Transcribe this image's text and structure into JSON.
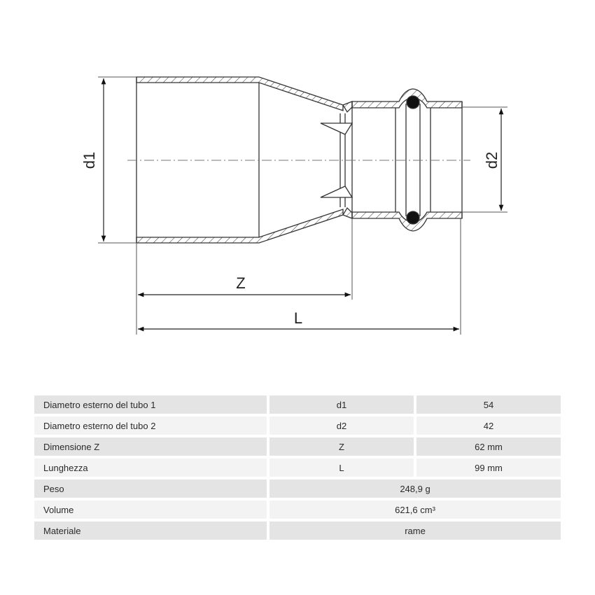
{
  "drawing": {
    "labels": {
      "d1": "d1",
      "d2": "d2",
      "z": "Z",
      "l": "L"
    }
  },
  "table": {
    "rows": [
      {
        "label": "Diametro esterno del tubo 1",
        "symbol": "d1",
        "value": "54"
      },
      {
        "label": "Diametro esterno del tubo 2",
        "symbol": "d2",
        "value": "42"
      },
      {
        "label": "Dimensione Z",
        "symbol": "Z",
        "value": "62 mm"
      },
      {
        "label": "Lunghezza",
        "symbol": "L",
        "value": "99 mm"
      },
      {
        "label": "Peso",
        "value": "248,9 g"
      },
      {
        "label": "Volume",
        "value": "621,6 cm³"
      },
      {
        "label": "Materiale",
        "value": "rame"
      }
    ]
  }
}
